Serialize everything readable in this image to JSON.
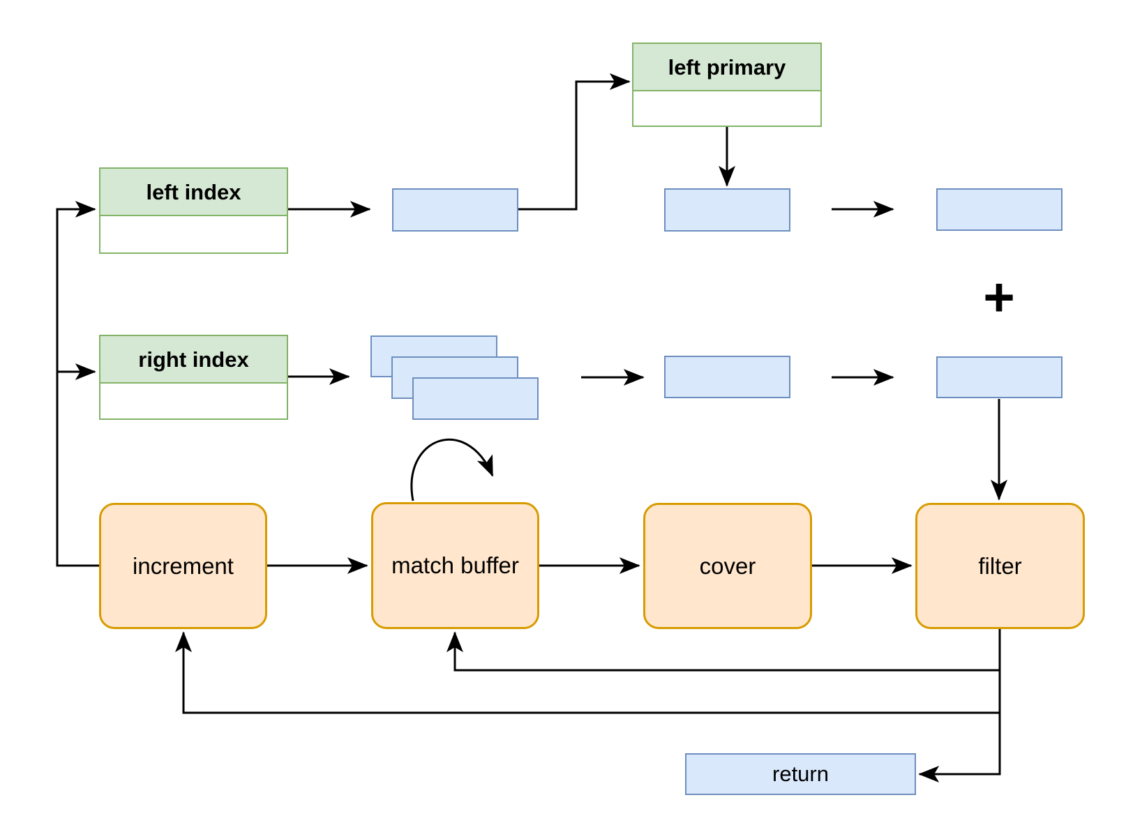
{
  "palette": {
    "green_fill": "#d5e8d4",
    "green_border": "#82b366",
    "blue_fill": "#dae8fc",
    "blue_border": "#6c8ebf",
    "orange_fill": "#ffe6cc",
    "orange_border": "#d79b00",
    "connector": "#000000",
    "background": "#ffffff",
    "text": "#000000"
  },
  "nodes": {
    "left_index": {
      "label": "left index"
    },
    "right_index": {
      "label": "right index"
    },
    "left_primary": {
      "label": "left primary"
    },
    "increment": {
      "label": "increment"
    },
    "match_buffer": {
      "label": "match buffer"
    },
    "cover": {
      "label": "cover"
    },
    "filter": {
      "label": "filter"
    },
    "return": {
      "label": "return"
    }
  },
  "operators": {
    "plus": "+"
  }
}
